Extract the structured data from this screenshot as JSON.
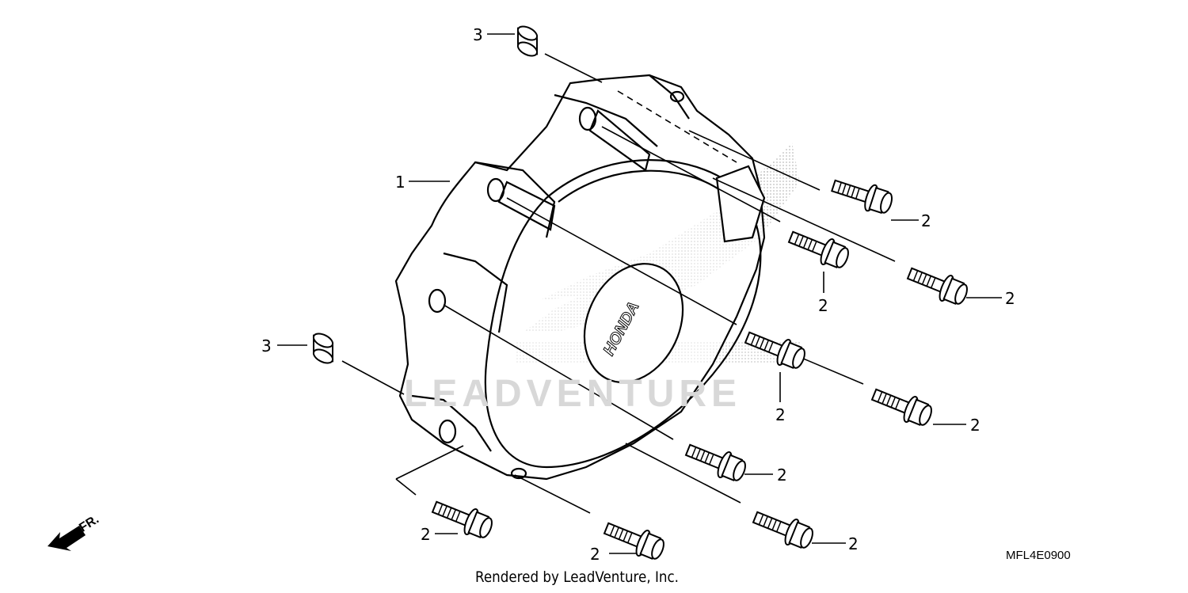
{
  "diagram": {
    "part_code": "MFL4E0900",
    "footer": "Rendered by LeadVenture, Inc.",
    "direction_label": "FR.",
    "watermark_text": "LEADVENTURE",
    "cover_logo": "HONDA",
    "callouts": {
      "cover": "1",
      "bolt": "2",
      "dowel": "3"
    }
  }
}
